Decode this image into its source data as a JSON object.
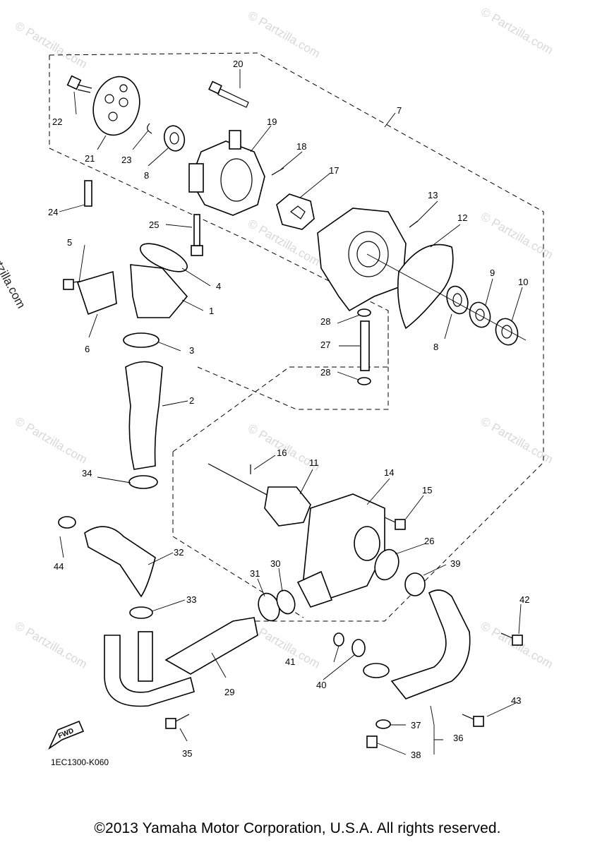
{
  "watermark": "© Partzilla.com",
  "side_watermark": "© Partzilla.com",
  "fwd_label": "FWD",
  "reference_code": "1EC1300-K060",
  "copyright": "©2013 Yamaha Motor Corporation, U.S.A. All rights reserved.",
  "callouts": [
    "1",
    "2",
    "3",
    "4",
    "5",
    "6",
    "7",
    "8",
    "8",
    "9",
    "10",
    "11",
    "12",
    "13",
    "14",
    "15",
    "16",
    "17",
    "18",
    "19",
    "20",
    "21",
    "22",
    "23",
    "24",
    "25",
    "26",
    "27",
    "28",
    "28",
    "29",
    "30",
    "31",
    "32",
    "33",
    "34",
    "35",
    "36",
    "37",
    "38",
    "39",
    "40",
    "41",
    "42",
    "43",
    "44"
  ]
}
